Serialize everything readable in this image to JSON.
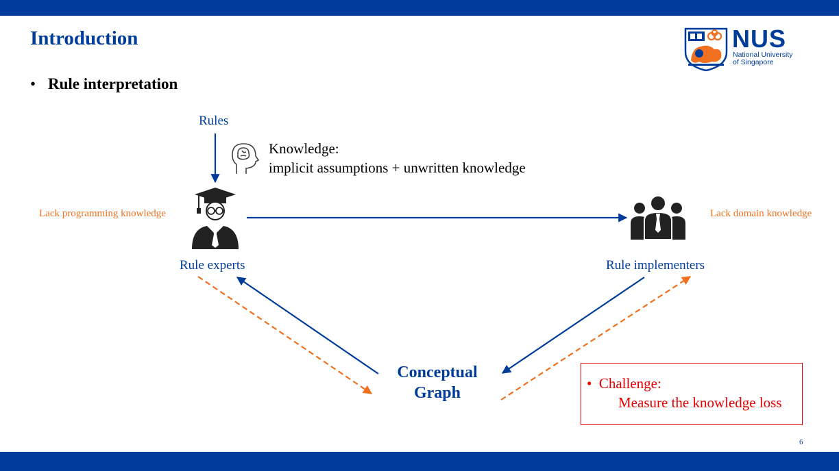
{
  "slide": {
    "title": "Introduction",
    "bullet": "Rule interpretation",
    "page_number": "6"
  },
  "logo": {
    "name": "NUS",
    "subtitle_line1": "National University",
    "subtitle_line2": "of Singapore"
  },
  "diagram": {
    "rules_label": "Rules",
    "knowledge_line1": "Knowledge:",
    "knowledge_line2": "implicit assumptions + unwritten knowledge",
    "lack_programming": "Lack programming knowledge",
    "lack_domain": "Lack domain knowledge",
    "rule_experts": "Rule experts",
    "rule_implementers": "Rule implementers",
    "conceptual_line1": "Conceptual",
    "conceptual_line2": "Graph"
  },
  "challenge": {
    "line1": "Challenge:",
    "line2": "Measure the knowledge loss"
  },
  "icons": [
    "nus-crest-icon",
    "head-brain-icon",
    "graduate-icon",
    "group-people-icon"
  ],
  "colors": {
    "primary_blue": "#003d9b",
    "orange": "#f07020",
    "red": "#e60000"
  }
}
